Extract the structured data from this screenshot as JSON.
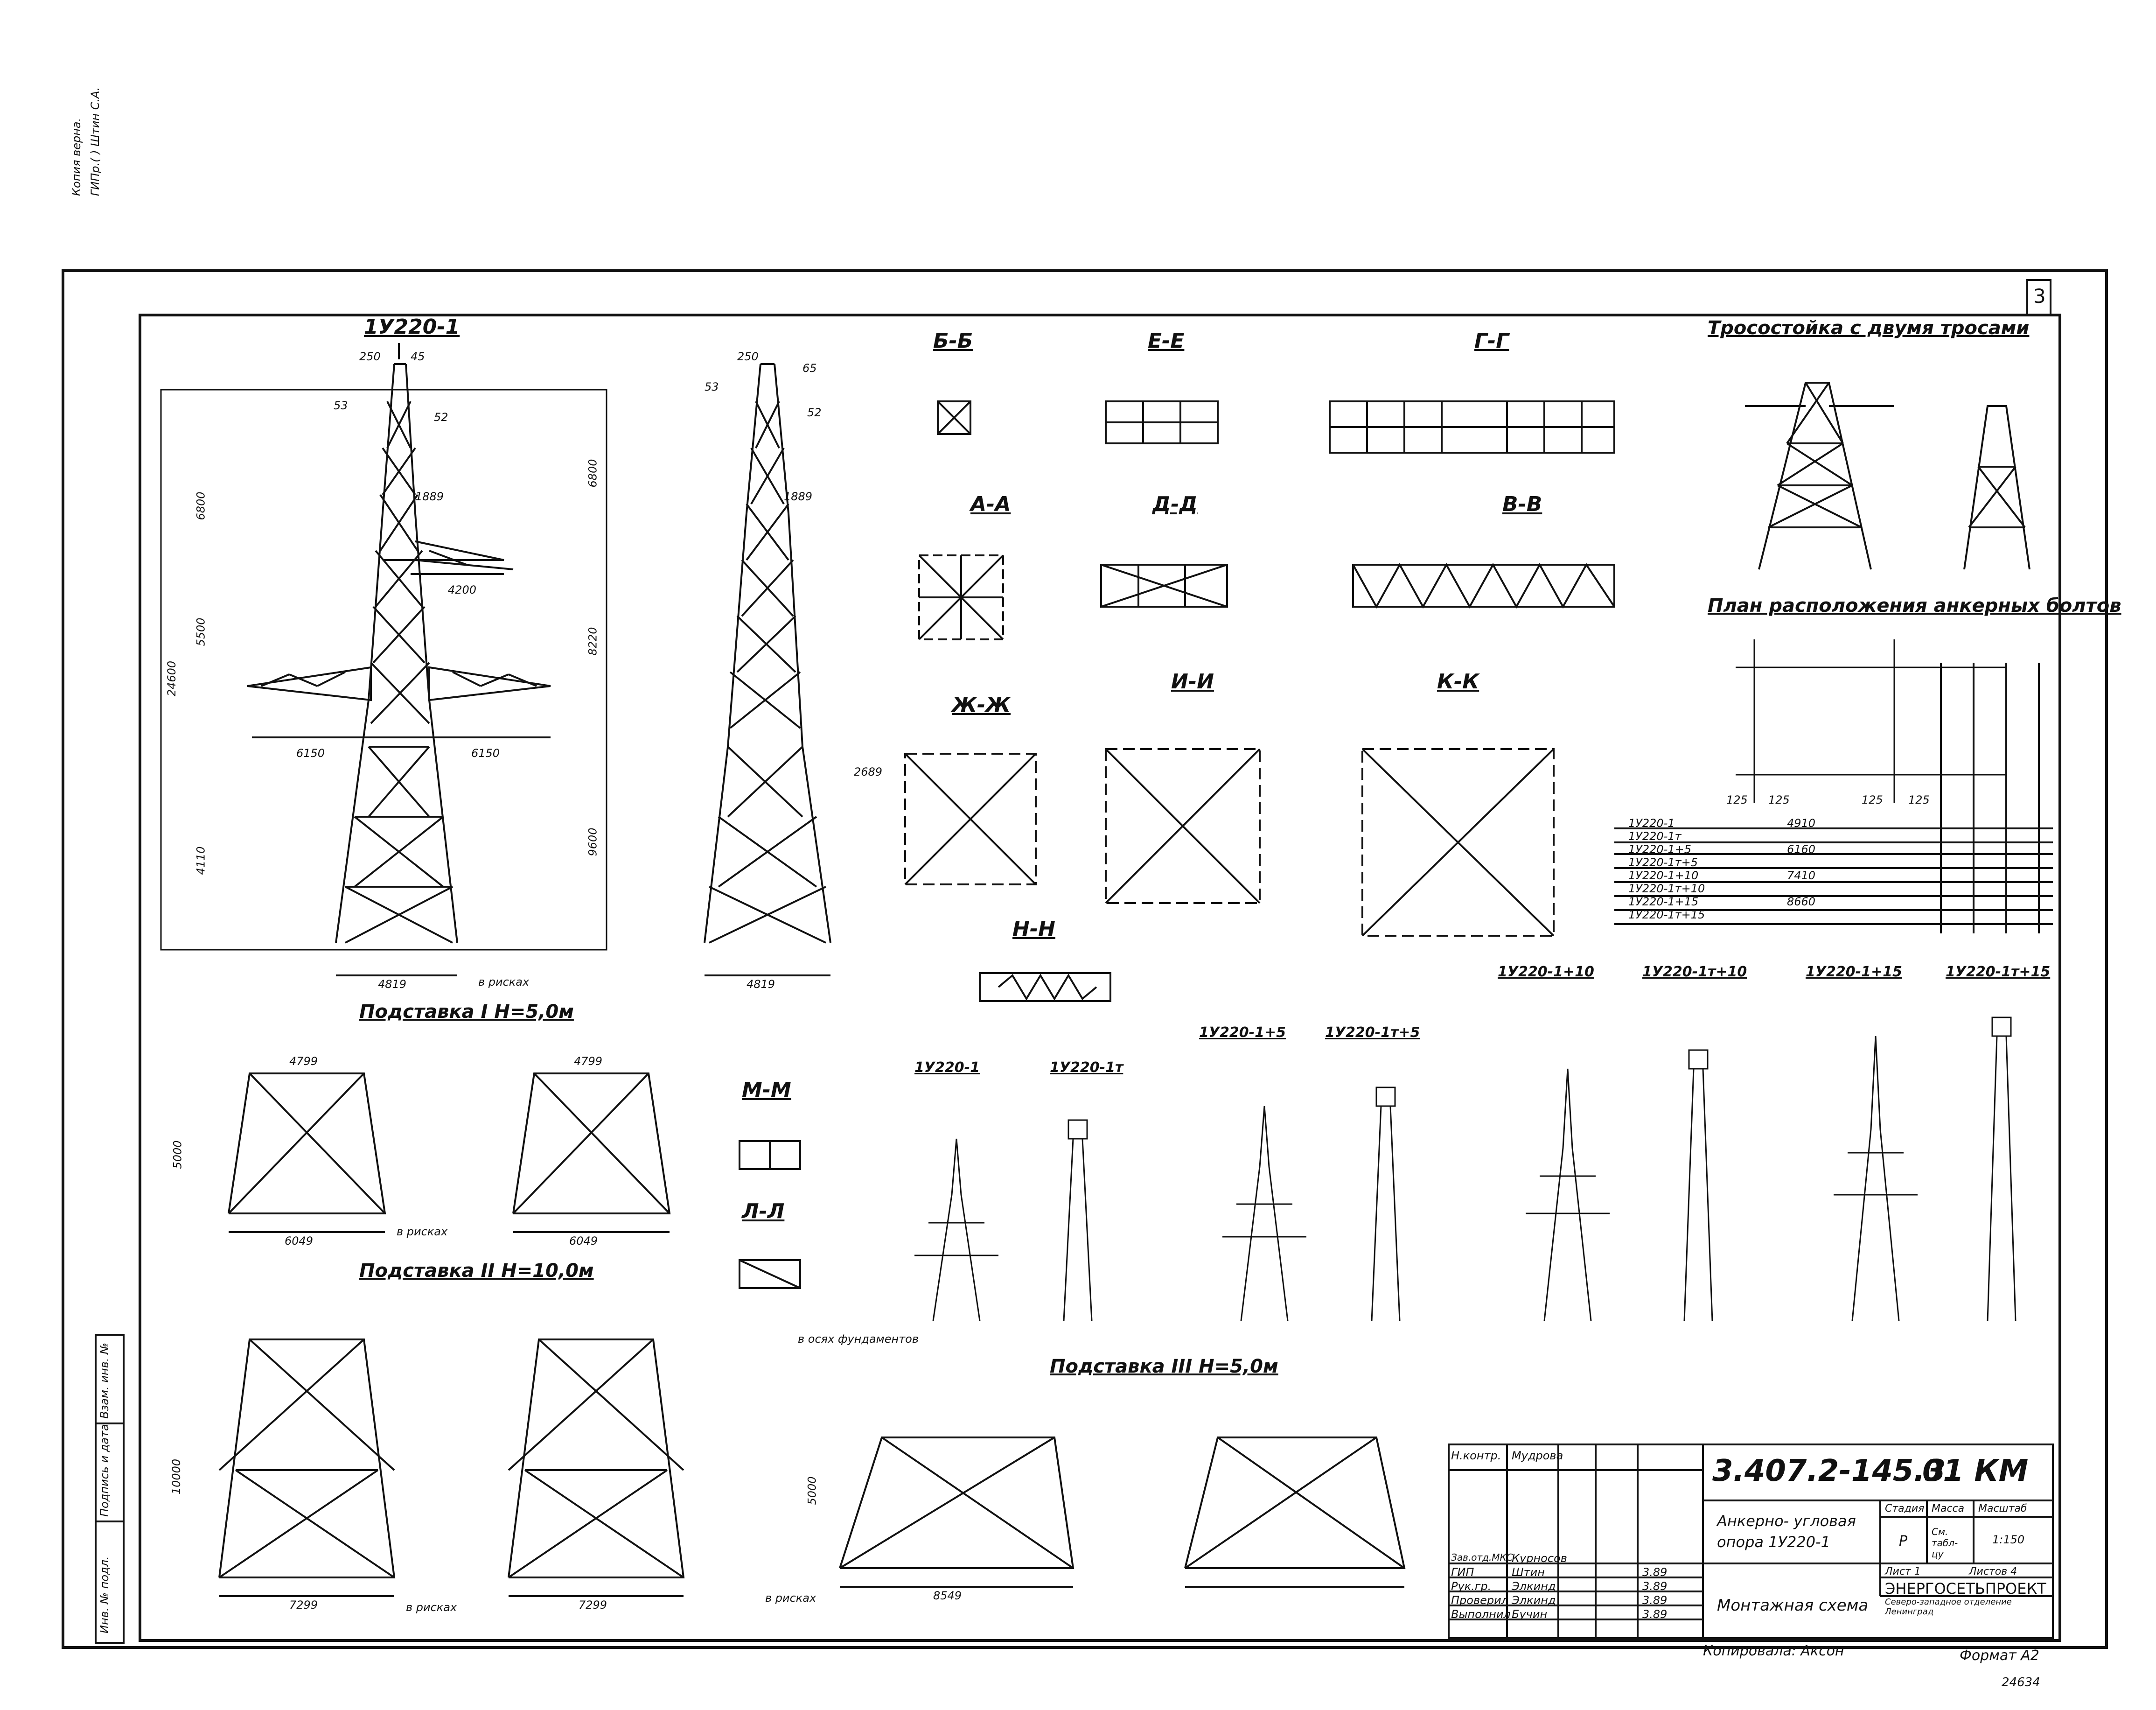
{
  "sheet_number": "3",
  "margin_notes": {
    "copy_verified": "Копия верна.",
    "copy_signature": "ГИПр.( ) Штин С.А.",
    "side_fields": [
      "Инв. № подл.",
      "Подпись и дата",
      "Взам. инв. №"
    ]
  },
  "views": {
    "main_front": {
      "title": "1У220-1"
    },
    "main_side": {
      "title": ""
    },
    "b_b": {
      "title": "Б-Б"
    },
    "e_e": {
      "title": "Е-Е"
    },
    "g_g": {
      "title": "Г-Г"
    },
    "a_a": {
      "title": "А-А"
    },
    "d_d": {
      "title": "Д-Д"
    },
    "v_v": {
      "title": "В-В"
    },
    "zh_zh": {
      "title": "Ж-Ж"
    },
    "i_i": {
      "title": "И-И"
    },
    "k_k": {
      "title": "К-К"
    },
    "n_n": {
      "title": "Н-Н"
    },
    "m_m": {
      "title": "М-М"
    },
    "l_l": {
      "title": "Л-Л"
    },
    "tros": {
      "title": "Тросостойка  с двумя  тросами"
    },
    "anchor_plan": {
      "title": "План расположения анкерных болтов"
    },
    "base1": {
      "title": "Подставка I Н=5,0м"
    },
    "base2": {
      "title": "Подставка II Н=10,0м"
    },
    "base3": {
      "title": "Подставка III Н=5,0м"
    }
  },
  "variants": [
    "1У220-1",
    "1У220-1т",
    "1У220-1+5",
    "1У220-1т+5",
    "1У220-1+10",
    "1У220-1т+10",
    "1У220-1+15",
    "1У220-1т+15"
  ],
  "anchor_table": {
    "rows": [
      "1У220-1",
      "1У220-1т",
      "1У220-1+5",
      "1У220-1т+5",
      "1У220-1+10",
      "1У220-1т+10",
      "1У220-1+15",
      "1У220-1т+15"
    ],
    "values": [
      "4910",
      "6160",
      "7410",
      "8660"
    ],
    "dims": [
      "125",
      "125",
      "125",
      "125"
    ]
  },
  "dimensions": {
    "main": [
      "250",
      "45",
      "53",
      "52",
      "6800",
      "6800",
      "24600",
      "5500",
      "8220",
      "4110",
      "9600",
      "4200",
      "6150",
      "6150",
      "4819",
      "1889"
    ],
    "side": [
      "250",
      "65",
      "53",
      "52",
      "1889",
      "2689",
      "4819"
    ],
    "base_widths": [
      "4799",
      "4799",
      "6049",
      "6049",
      "7299",
      "7299",
      "8549"
    ],
    "base_heights": [
      "5000",
      "10000",
      "5000"
    ]
  },
  "notes": {
    "v_riskakh": "в рисках",
    "v_osyakh": "в осях фундаментов"
  },
  "title_block": {
    "code": "3.407.2-145.3",
    "sheet_code": "01 КМ",
    "object_name_1": "Анкерно- угловая",
    "object_name_2": "опора  1У220-1",
    "drawing_name": "Монтажная      схема",
    "stage_label": "Стадия",
    "mass_label": "Масса",
    "scale_label": "Масштаб",
    "stage": "Р",
    "mass": "См. табл-цу",
    "scale": "1:150",
    "sheet_label": "Лист 1",
    "sheets_label": "Листов 4",
    "org": "ЭНЕРГОСЕТЬПРОЕКТ",
    "org_sub": "Северо-западное отделение Ленинград",
    "staff": [
      {
        "role": "Н.контр.",
        "name": "Мудрова",
        "date": ""
      },
      {
        "role": "Зав.отд.МКС",
        "name": "Курносов",
        "date": ""
      },
      {
        "role": "ГИП",
        "name": "Штин",
        "date": "3.89"
      },
      {
        "role": "Рук.гр.",
        "name": "Элкинд",
        "date": "3.89"
      },
      {
        "role": "Проверил",
        "name": "Элкинд",
        "date": "3.89"
      },
      {
        "role": "Выполнил",
        "name": "Бучин",
        "date": "3.89"
      }
    ],
    "copied_by": "Копировала: Аксон",
    "format": "Формат А2",
    "archive": "24634"
  }
}
